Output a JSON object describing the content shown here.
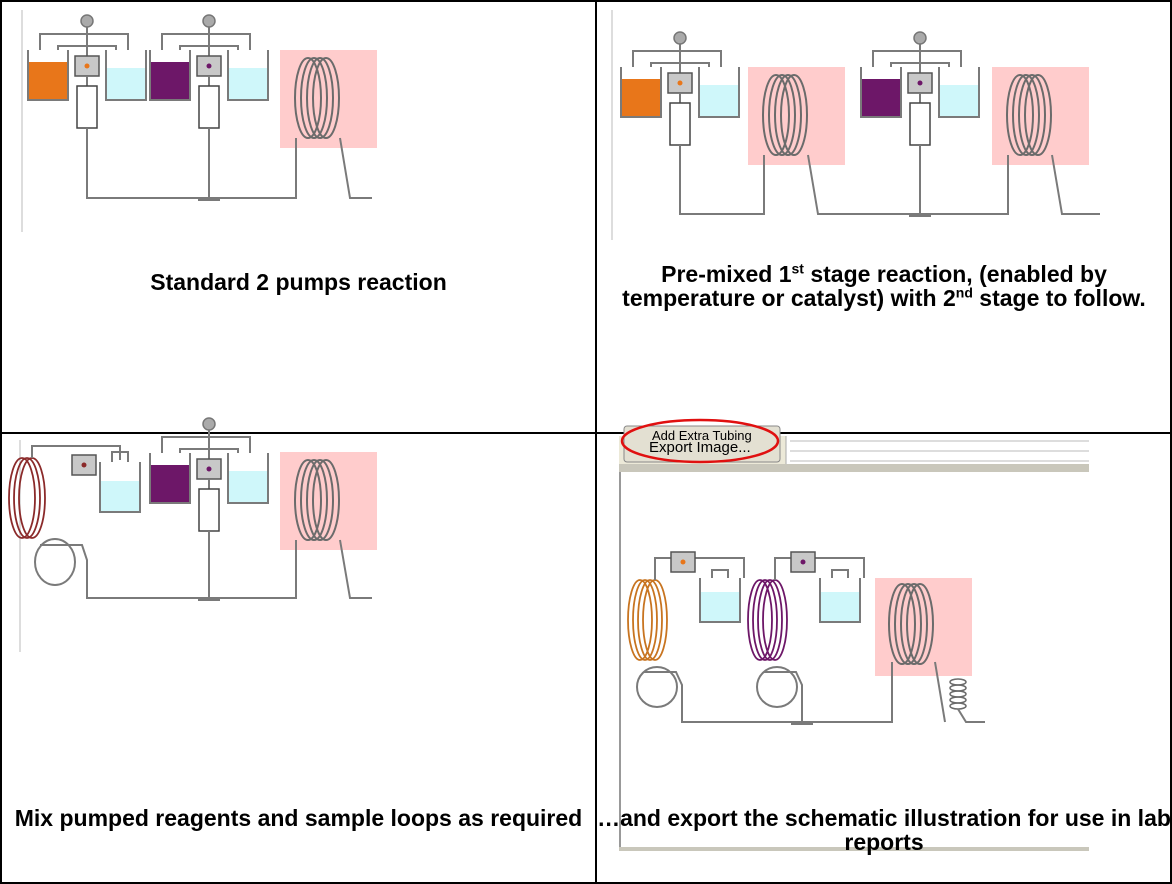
{
  "cells": [
    {
      "caption": [
        "Standard 2 pumps reaction"
      ]
    },
    {
      "caption_parts": [
        "Pre-mixed 1",
        "st",
        " stage reaction, (enabled by temperature or catalyst) with 2",
        "nd",
        " stage to follow."
      ]
    },
    {
      "caption": [
        "Mix pumped reagents and sample loops as required"
      ]
    },
    {
      "caption": [
        "…and export the schematic illustration for use in lab reports"
      ]
    }
  ],
  "software": {
    "button_add": "Add Extra Tubing",
    "button_export": "Export Image..."
  },
  "colors": {
    "orange": "#e8761a",
    "purple": "#6d1768",
    "light_blue": "#cff7fa",
    "reactor_pink": "#ffcccc",
    "tube_gray": "#7a7a7a",
    "highlight_red": "#e01010"
  }
}
